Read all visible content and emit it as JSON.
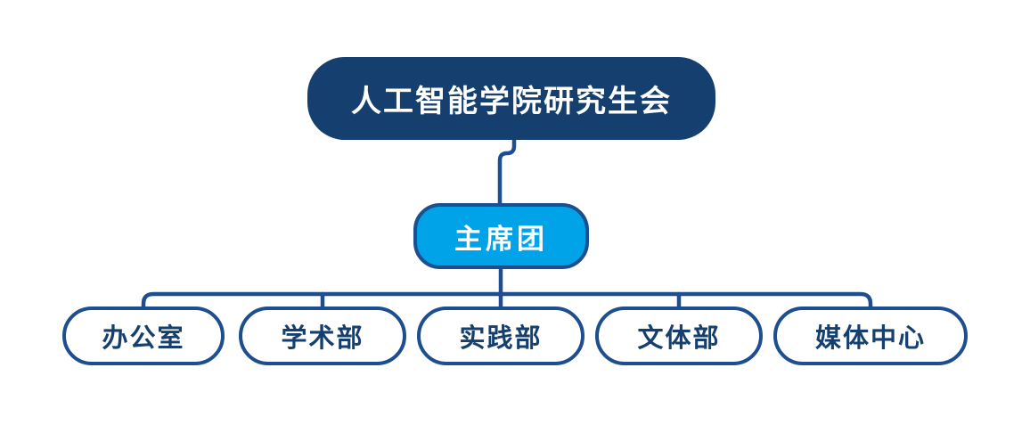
{
  "diagram": {
    "type": "org-chart",
    "title_node": {
      "label": "人工智能学院研究生会"
    },
    "level2_node": {
      "label": "主席团"
    },
    "departments": [
      {
        "label": "办公室"
      },
      {
        "label": "学术部"
      },
      {
        "label": "实践部"
      },
      {
        "label": "文体部"
      },
      {
        "label": "媒体中心"
      }
    ]
  },
  "colors": {
    "navy": "#153f6f",
    "line_navy": "#1d4e8f",
    "bright_blue": "#00a2e8",
    "node_text_light": "#ffffff",
    "background": "#ffffff"
  }
}
